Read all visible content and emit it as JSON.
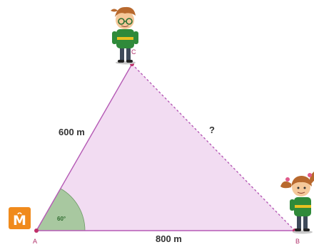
{
  "diagram": {
    "side_ac_label": "600 m",
    "side_ab_label": "800 m",
    "side_bc_label": "?",
    "angle_label": "60°",
    "vertex_a": "A",
    "vertex_b": "B",
    "vertex_c": "C"
  },
  "logo": {
    "glyph": "M̂",
    "color": "#f08a1c"
  },
  "colors": {
    "triangle_fill": "#f2dcf2",
    "triangle_edge": "#b55ab5",
    "angle_fill": "#a8c8a0",
    "vertex_dot": "#c0306a"
  },
  "characters": [
    {
      "role": "boy",
      "icon": "boy-with-glasses"
    },
    {
      "role": "girl",
      "icon": "girl-with-pigtails"
    }
  ]
}
